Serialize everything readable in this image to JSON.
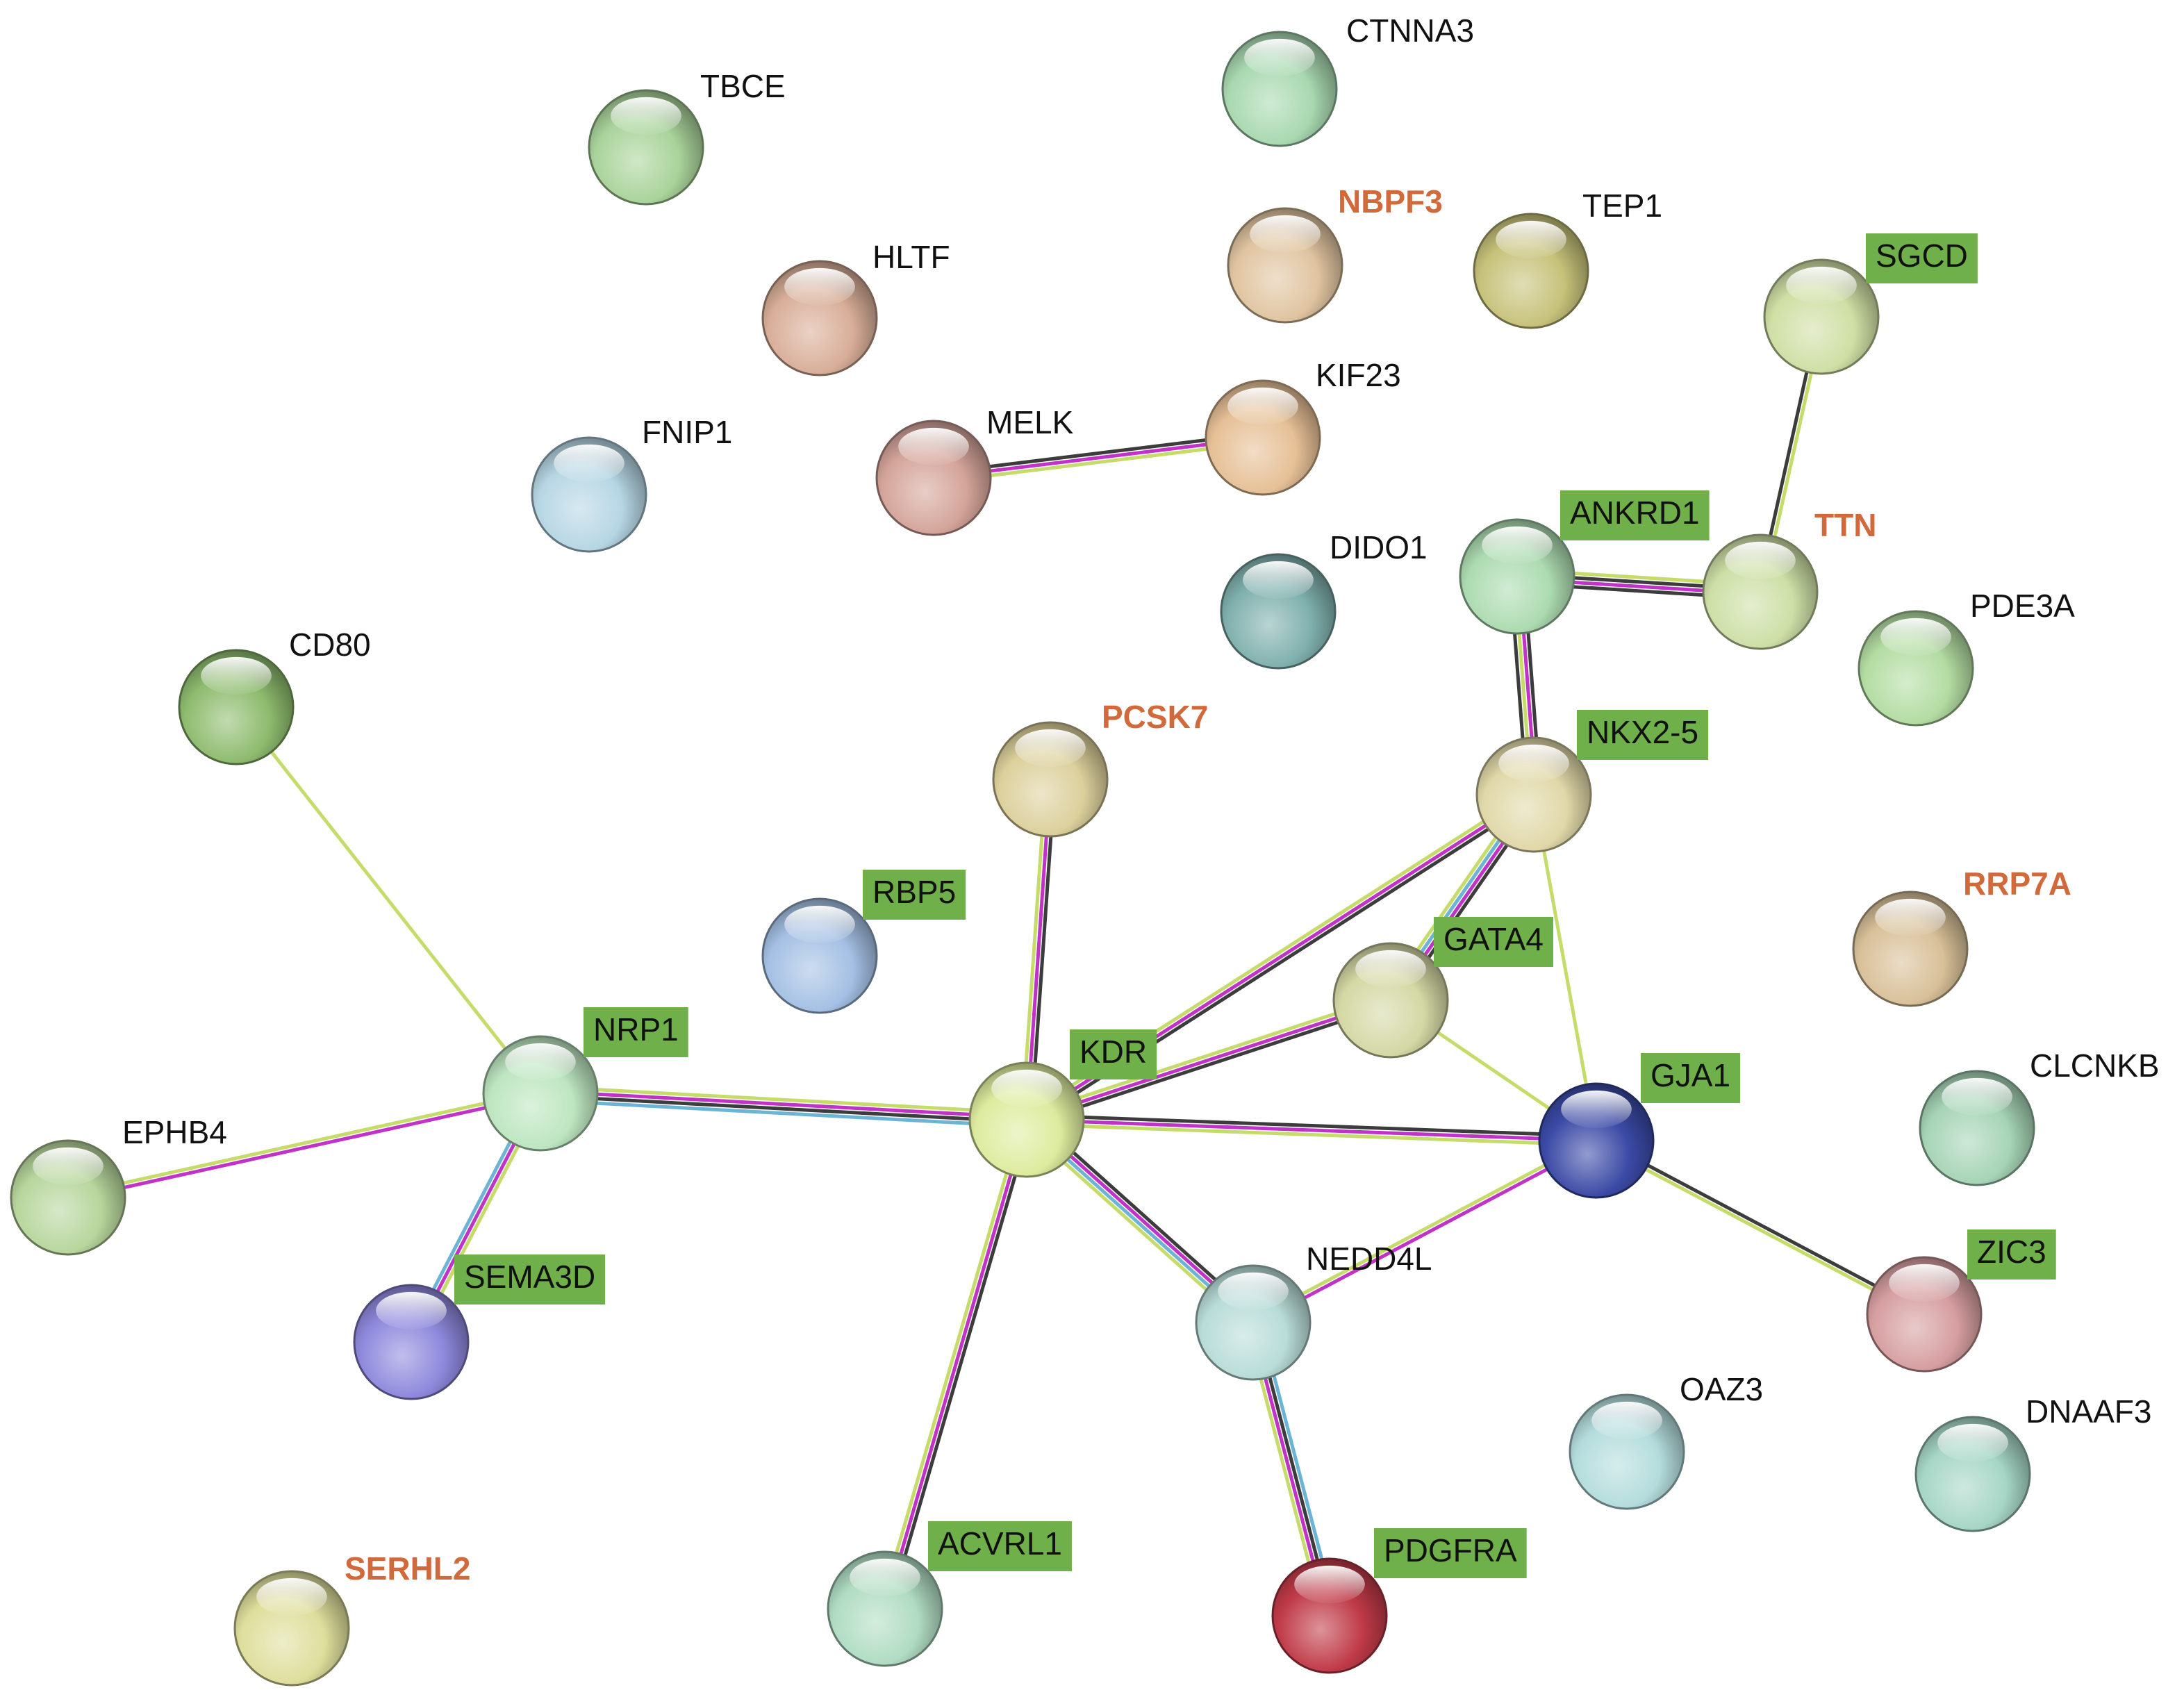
{
  "nodes": [
    {
      "id": "CTNNA3",
      "label": "CTNNA3",
      "color": "#a8d8b0",
      "label_style": "plain"
    },
    {
      "id": "TBCE",
      "label": "TBCE",
      "color": "#a9d39a",
      "label_style": "plain"
    },
    {
      "id": "NBPF3",
      "label": "NBPF3",
      "color": "#e0c4a0",
      "label_style": "highlight"
    },
    {
      "id": "TEP1",
      "label": "TEP1",
      "color": "#c6c27a",
      "label_style": "plain"
    },
    {
      "id": "SGCD",
      "label": "SGCD",
      "color": "#cfdfa4",
      "label_style": "boxed"
    },
    {
      "id": "HLTF",
      "label": "HLTF",
      "color": "#d8ae98",
      "label_style": "plain"
    },
    {
      "id": "KIF23",
      "label": "KIF23",
      "color": "#e6c096",
      "label_style": "plain"
    },
    {
      "id": "FNIP1",
      "label": "FNIP1",
      "color": "#b6d6e4",
      "label_style": "plain"
    },
    {
      "id": "MELK",
      "label": "MELK",
      "color": "#d4a49a",
      "label_style": "plain"
    },
    {
      "id": "ANKRD1",
      "label": "ANKRD1",
      "color": "#acdbb0",
      "label_style": "boxed"
    },
    {
      "id": "TTN",
      "label": "TTN",
      "color": "#cddfa6",
      "label_style": "highlight"
    },
    {
      "id": "DIDO1",
      "label": "DIDO1",
      "color": "#7fb0ad",
      "label_style": "plain"
    },
    {
      "id": "PDE3A",
      "label": "PDE3A",
      "color": "#b3dca2",
      "label_style": "plain"
    },
    {
      "id": "CD80",
      "label": "CD80",
      "color": "#8ebb6e",
      "label_style": "plain"
    },
    {
      "id": "PCSK7",
      "label": "PCSK7",
      "color": "#dcd09c",
      "label_style": "highlight"
    },
    {
      "id": "NKX2-5",
      "label": "NKX2-5",
      "color": "#e0d8a8",
      "label_style": "boxed"
    },
    {
      "id": "RBP5",
      "label": "RBP5",
      "color": "#a4c0e4",
      "label_style": "boxed"
    },
    {
      "id": "RRP7A",
      "label": "RRP7A",
      "color": "#d8c098",
      "label_style": "highlight"
    },
    {
      "id": "GATA4",
      "label": "GATA4",
      "color": "#d4d8a4",
      "label_style": "boxed"
    },
    {
      "id": "NRP1",
      "label": "NRP1",
      "color": "#bde6c0",
      "label_style": "boxed"
    },
    {
      "id": "KDR",
      "label": "KDR",
      "color": "#dcec9e",
      "label_style": "boxed"
    },
    {
      "id": "GJA1",
      "label": "GJA1",
      "color": "#3b4aa6",
      "label_style": "boxed"
    },
    {
      "id": "CLCNKB",
      "label": "CLCNKB",
      "color": "#a6d4b6",
      "label_style": "plain"
    },
    {
      "id": "EPHB4",
      "label": "EPHB4",
      "color": "#b7d69c",
      "label_style": "plain"
    },
    {
      "id": "ZIC3",
      "label": "ZIC3",
      "color": "#d69ea0",
      "label_style": "boxed"
    },
    {
      "id": "SEMA3D",
      "label": "SEMA3D",
      "color": "#8e88dc",
      "label_style": "boxed"
    },
    {
      "id": "NEDD4L",
      "label": "NEDD4L",
      "color": "#b8dcd8",
      "label_style": "plain"
    },
    {
      "id": "OAZ3",
      "label": "OAZ3",
      "color": "#b4dcdc",
      "label_style": "plain"
    },
    {
      "id": "DNAAF3",
      "label": "DNAAF3",
      "color": "#a6d6c6",
      "label_style": "plain"
    },
    {
      "id": "ACVRL1",
      "label": "ACVRL1",
      "color": "#b0dcc2",
      "label_style": "boxed"
    },
    {
      "id": "PDGFRA",
      "label": "PDGFRA",
      "color": "#c03a48",
      "label_style": "boxed"
    },
    {
      "id": "SERHL2",
      "label": "SERHL2",
      "color": "#dede9c",
      "label_style": "highlight"
    }
  ],
  "edges": [
    {
      "source": "MELK",
      "target": "KIF23",
      "evidence": [
        "coexpression",
        "experiments",
        "textmining"
      ]
    },
    {
      "source": "SGCD",
      "target": "TTN",
      "evidence": [
        "textmining",
        "coexpression"
      ]
    },
    {
      "source": "ANKRD1",
      "target": "TTN",
      "evidence": [
        "textmining",
        "coexpression",
        "experiments",
        "coexpression"
      ]
    },
    {
      "source": "ANKRD1",
      "target": "NKX2-5",
      "evidence": [
        "coexpression",
        "experiments",
        "textmining",
        "coexpression"
      ]
    },
    {
      "source": "CD80",
      "target": "NRP1",
      "evidence": [
        "textmining"
      ]
    },
    {
      "source": "PCSK7",
      "target": "KDR",
      "evidence": [
        "coexpression",
        "experiments",
        "textmining"
      ]
    },
    {
      "source": "NKX2-5",
      "target": "KDR",
      "evidence": [
        "coexpression",
        "experiments",
        "textmining"
      ]
    },
    {
      "source": "NKX2-5",
      "target": "GATA4",
      "evidence": [
        "coexpression",
        "experiments",
        "database",
        "textmining"
      ]
    },
    {
      "source": "NKX2-5",
      "target": "GJA1",
      "evidence": [
        "textmining"
      ]
    },
    {
      "source": "GATA4",
      "target": "KDR",
      "evidence": [
        "coexpression",
        "experiments",
        "textmining"
      ]
    },
    {
      "source": "GATA4",
      "target": "GJA1",
      "evidence": [
        "textmining"
      ]
    },
    {
      "source": "NRP1",
      "target": "KDR",
      "evidence": [
        "textmining",
        "experiments",
        "coexpression",
        "database"
      ]
    },
    {
      "source": "KDR",
      "target": "GJA1",
      "evidence": [
        "coexpression",
        "experiments",
        "textmining"
      ]
    },
    {
      "source": "EPHB4",
      "target": "NRP1",
      "evidence": [
        "textmining",
        "experiments"
      ]
    },
    {
      "source": "NRP1",
      "target": "SEMA3D",
      "evidence": [
        "textmining",
        "experiments",
        "database"
      ]
    },
    {
      "source": "KDR",
      "target": "NEDD4L",
      "evidence": [
        "coexpression",
        "experiments",
        "database",
        "textmining"
      ]
    },
    {
      "source": "KDR",
      "target": "ACVRL1",
      "evidence": [
        "coexpression",
        "experiments",
        "textmining"
      ]
    },
    {
      "source": "GJA1",
      "target": "NEDD4L",
      "evidence": [
        "experiments",
        "textmining"
      ]
    },
    {
      "source": "GJA1",
      "target": "ZIC3",
      "evidence": [
        "coexpression",
        "textmining"
      ]
    },
    {
      "source": "NEDD4L",
      "target": "PDGFRA",
      "evidence": [
        "database",
        "coexpression",
        "experiments",
        "textmining"
      ]
    }
  ],
  "evidence_colors": {
    "textmining": "#c6dc6a",
    "experiments": "#c032c8",
    "coexpression": "#3c3c3c",
    "database": "#6cb4d6"
  }
}
